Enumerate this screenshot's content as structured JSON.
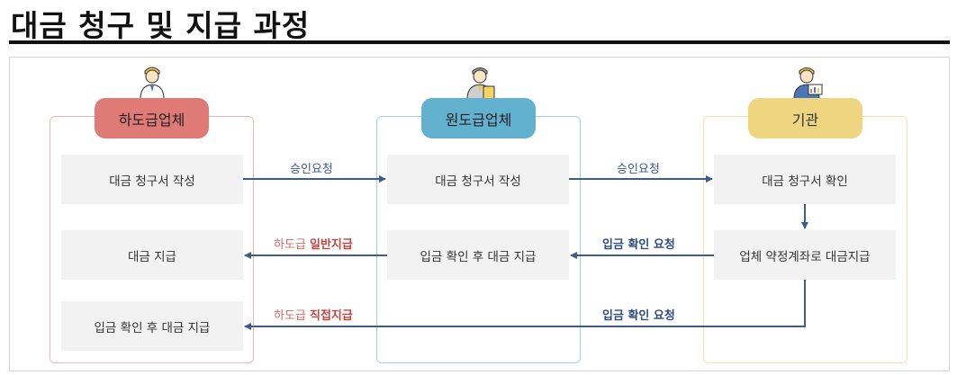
{
  "title": "대금 청구 및 지급 과정",
  "columns": {
    "sub": {
      "label": "하도급업체",
      "color": "#e07a76"
    },
    "prime": {
      "label": "원도급업체",
      "color": "#62b2cf"
    },
    "agency": {
      "label": "기관",
      "color": "#efd57f"
    }
  },
  "boxes": {
    "sub_request": "대금 청구서 작성",
    "sub_payment": "대금 지급",
    "sub_confirm_payment": "입금 확인 후 대금 지급",
    "prime_request": "대금 청구서 작성",
    "prime_confirm_payment": "입금 확인 후 대금 지급",
    "agency_review": "대금 청구서 확인",
    "agency_payment": "업체 약정계좌로 대금지급"
  },
  "arrow_labels": {
    "approval_1": "승인요청",
    "approval_2": "승인요청",
    "sub_general_prefix": "하도급 ",
    "sub_general_bold": "일반지급",
    "deposit_check_1": "입금 확인 요청",
    "sub_direct_prefix": "하도급 ",
    "sub_direct_bold": "직접지급",
    "deposit_check_2": "입금 확인 요청"
  },
  "colors": {
    "arrow": "#3f5b87",
    "label_red": "#d46a66"
  }
}
